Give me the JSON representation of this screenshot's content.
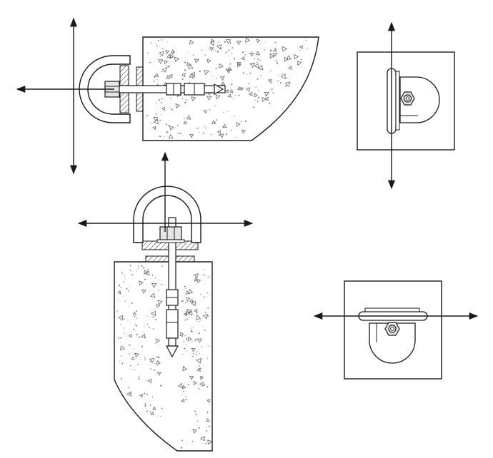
{
  "drawing": {
    "line_color": "#1a1a1a",
    "fill_color": "#ffffff",
    "concrete_fill": "#ffffff",
    "stipple_color": "#666666",
    "hatch_color": "#333333",
    "nut_fill": "#e6e6e6",
    "plate_fill": "#ffffff"
  },
  "views": [
    {
      "id": "side-view-horizontal",
      "type": "anchor-section",
      "orientation": "horizontal"
    },
    {
      "id": "front-view-vertical-arrow",
      "type": "anchor-plan",
      "orientation": "vertical"
    },
    {
      "id": "side-view-vertical",
      "type": "anchor-section",
      "orientation": "vertical"
    },
    {
      "id": "front-view-horizontal-arrow",
      "type": "anchor-plan",
      "orientation": "horizontal"
    }
  ]
}
